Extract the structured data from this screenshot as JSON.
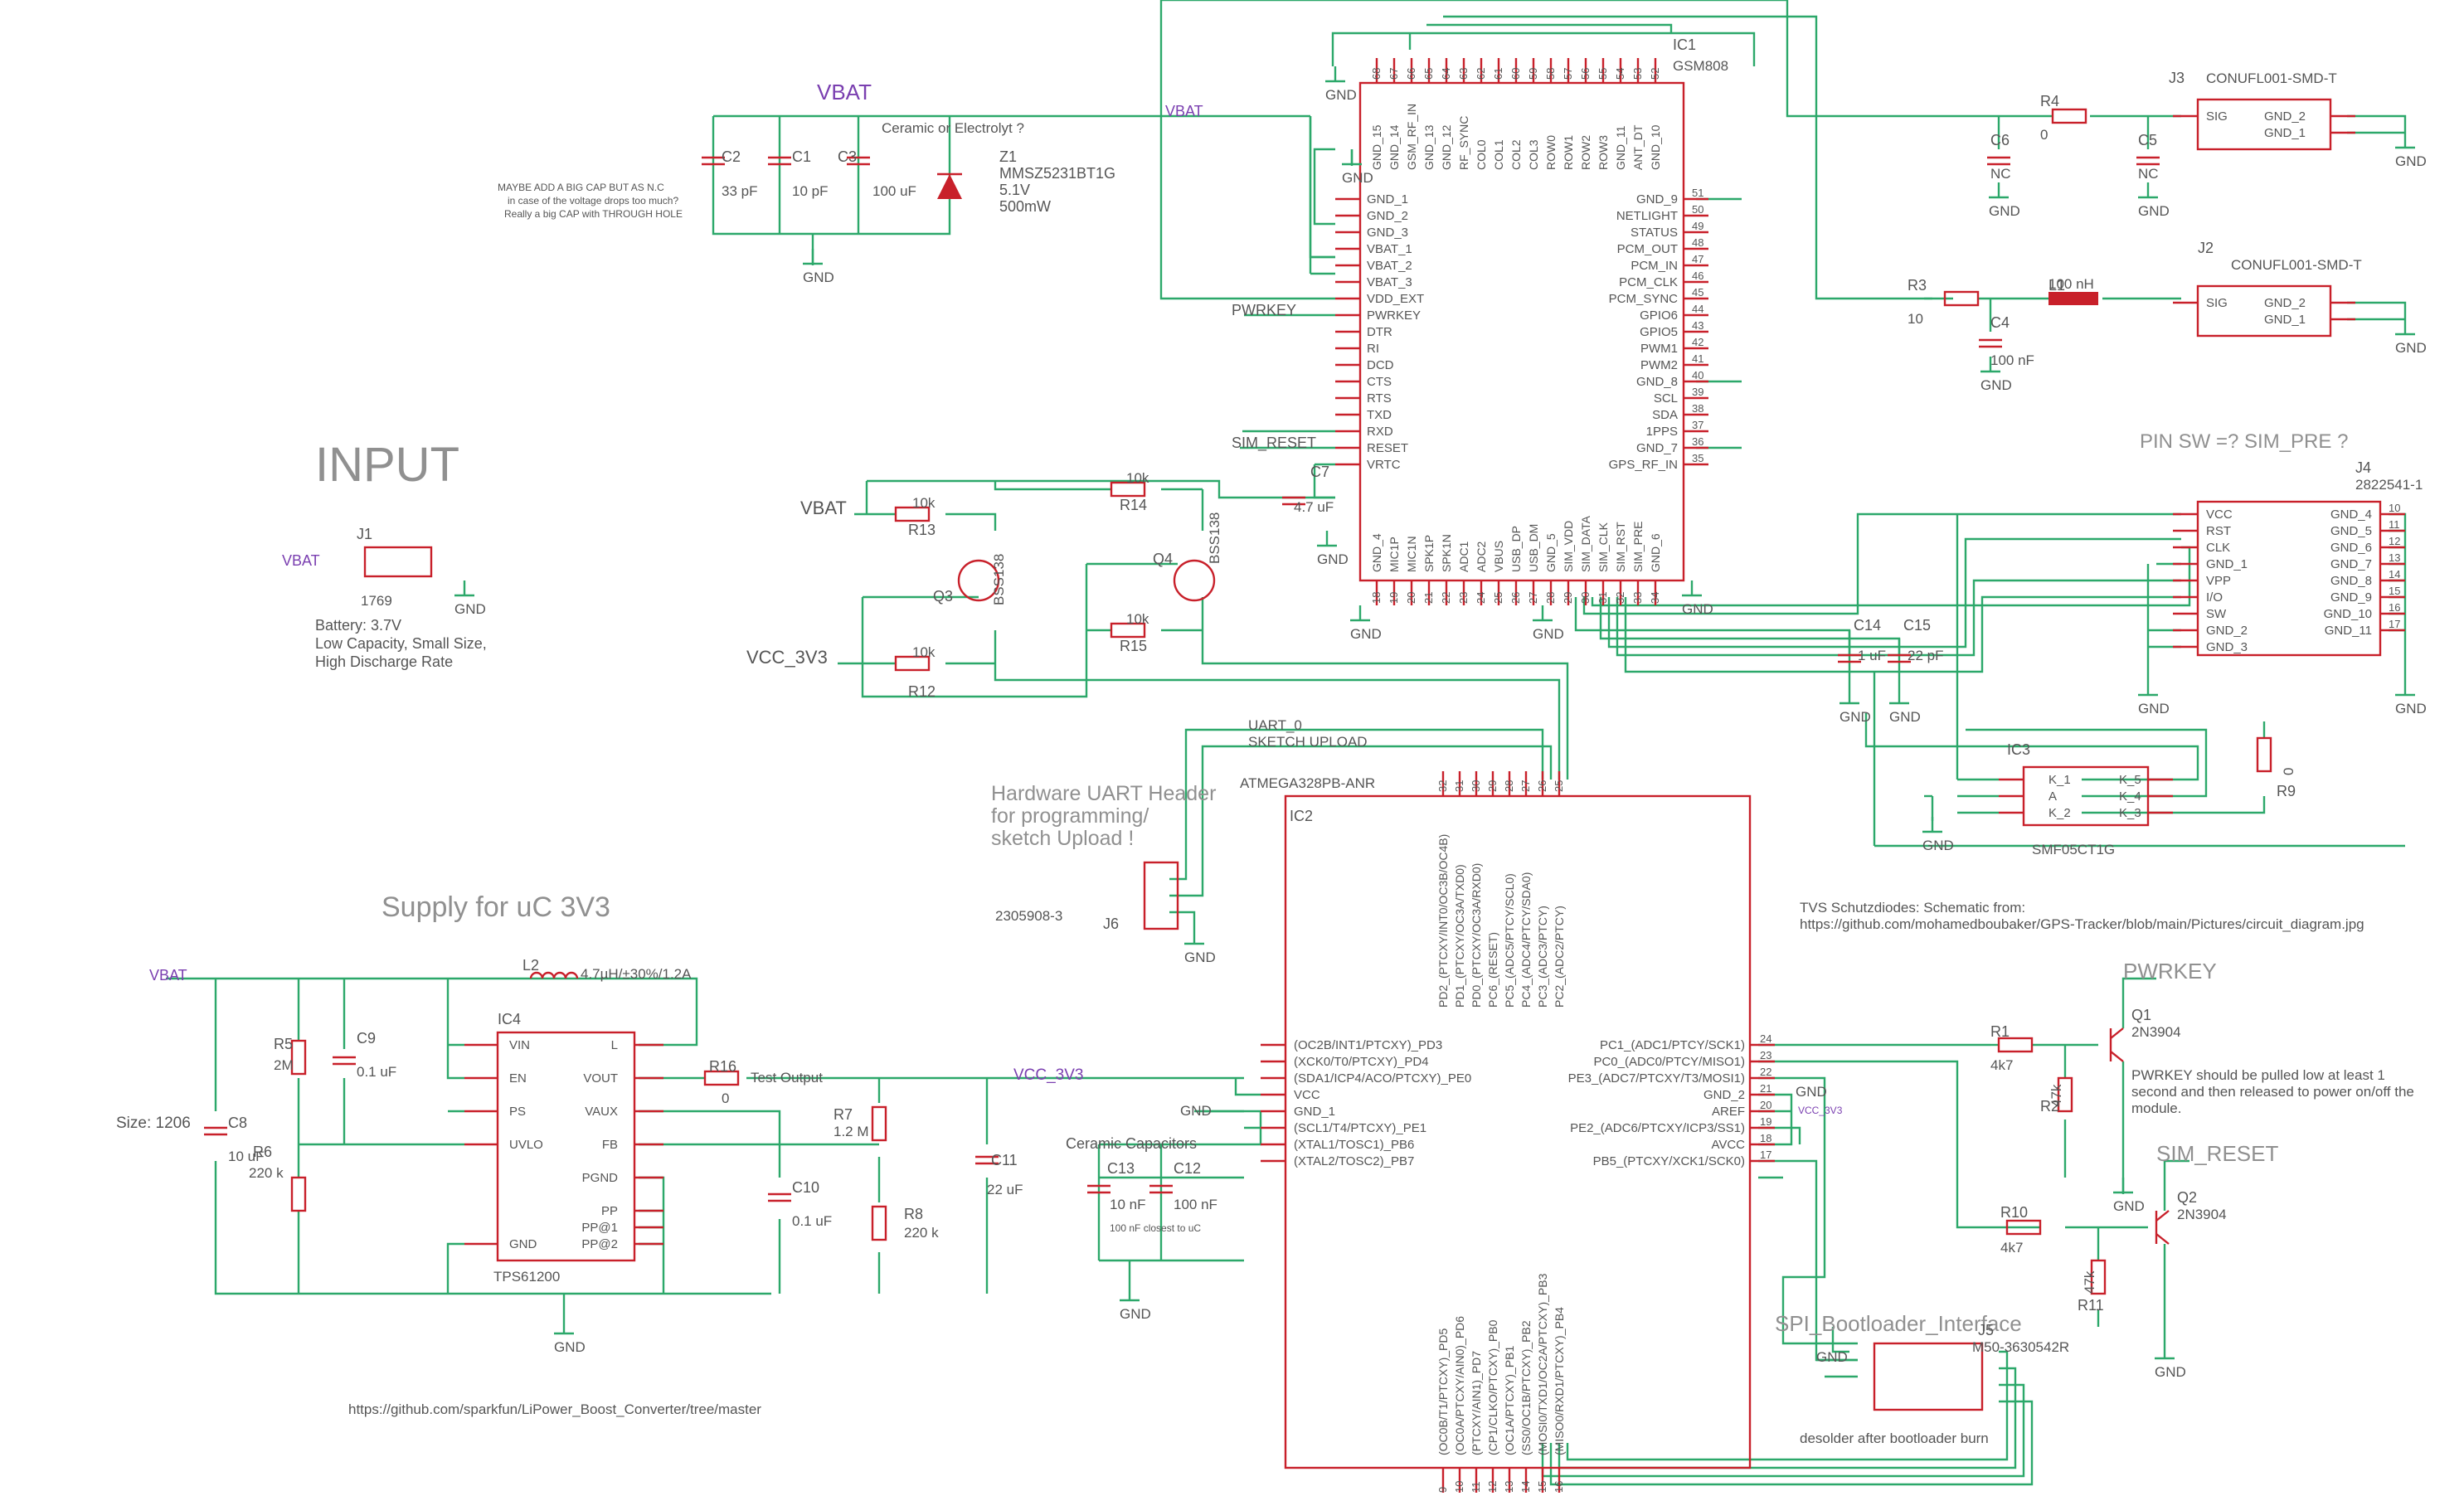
{
  "headings": {
    "input": "INPUT",
    "supply": "Supply for uC 3V3",
    "uart_header": [
      "Hardware UART Header",
      " for programming/",
      "sketch Upload !"
    ],
    "pin_sw": "PIN SW =? SIM_PRE ?",
    "pwrkey_big": "PWRKEY",
    "sim_reset_big": "SIM_RESET",
    "spi": "SPI_Bootloader_Interface"
  },
  "notes": {
    "cap_note": [
      "MAYBE ADD A BIG CAP BUT AS N.C",
      "in case of the voltage drops too much?",
      "Really a big CAP with THROUGH HOLE"
    ],
    "ceramic_q": "Ceramic or Electrolyt ?",
    "battery": [
      "Battery: 3.7V",
      "Low Capacity, Small Size,",
      "High Discharge Rate"
    ],
    "size": "Size: 1206",
    "ceramic_caps": "Ceramic Capacitors",
    "closest": "100 nF closest to uC",
    "test_output": "Test Output",
    "sparkfun": "https://github.com/sparkfun/LiPower_Boost_Converter/tree/master",
    "tvs": [
      "TVS Schutzdiodes: Schematic from:",
      "https://github.com/mohamedboubaker/GPS-Tracker/blob/main/Pictures/circuit_diagram.jpg"
    ],
    "pwrkey_note": [
      "PWRKEY should be pulled low at least 1",
      "second and then released to power on/off the",
      "module."
    ],
    "desolder": "desolder after bootloader burn"
  },
  "nets": {
    "vbat": "VBAT",
    "vcc": "VCC_3V3",
    "gnd": "GND",
    "pwrkey": "PWRKEY",
    "sim_reset": "SIM_RESET",
    "uart0": "UART_0",
    "sketch": "SKETCH UPLOAD"
  },
  "parts": {
    "ic1": {
      "ref": "IC1",
      "value": "GSM808"
    },
    "ic2": {
      "ref": "IC2",
      "value": "ATMEGA328PB-ANR"
    },
    "ic3": {
      "ref": "IC3",
      "value": "SMF05CT1G"
    },
    "ic4": {
      "ref": "IC4",
      "value": "TPS61200"
    },
    "j1": {
      "ref": "J1",
      "value": "1769"
    },
    "j2": {
      "ref": "J2",
      "value": "CONUFL001-SMD-T"
    },
    "j3": {
      "ref": "J3",
      "value": "CONUFL001-SMD-T"
    },
    "j4": {
      "ref": "J4",
      "value": "2822541-1"
    },
    "j5": {
      "ref": "J5",
      "value": "M50-3630542R"
    },
    "j6": {
      "ref": "J6",
      "value": "2305908-3"
    },
    "c1": {
      "ref": "C1",
      "value": "10 pF"
    },
    "c2": {
      "ref": "C2",
      "value": "33 pF"
    },
    "c3": {
      "ref": "C3",
      "value": "100 uF"
    },
    "c4": {
      "ref": "C4",
      "value": "100 nF"
    },
    "c5": {
      "ref": "C5",
      "value": "NC"
    },
    "c6": {
      "ref": "C6",
      "value": "NC"
    },
    "c7": {
      "ref": "C7",
      "value": "4.7 uF"
    },
    "c8": {
      "ref": "C8",
      "value": "10 uF"
    },
    "c9": {
      "ref": "C9",
      "value": "0.1 uF"
    },
    "c10": {
      "ref": "C10",
      "value": "0.1 uF"
    },
    "c11": {
      "ref": "C11",
      "value": "22 uF"
    },
    "c12": {
      "ref": "C12",
      "value": "100 nF"
    },
    "c13": {
      "ref": "C13",
      "value": "10 nF"
    },
    "c14": {
      "ref": "C14",
      "value": "1 uF"
    },
    "c15": {
      "ref": "C15",
      "value": "22 pF"
    },
    "r1": {
      "ref": "R1",
      "value": "4k7"
    },
    "r2": {
      "ref": "R2",
      "value": "47k"
    },
    "r3": {
      "ref": "R3",
      "value": "10"
    },
    "r4": {
      "ref": "R4",
      "value": "0"
    },
    "r5": {
      "ref": "R5",
      "value": "2M"
    },
    "r6": {
      "ref": "R6",
      "value": "220 k"
    },
    "r7": {
      "ref": "R7",
      "value": "1.2 M"
    },
    "r8": {
      "ref": "R8",
      "value": "220 k"
    },
    "r9": {
      "ref": "R9",
      "value": "0"
    },
    "r10": {
      "ref": "R10",
      "value": "4k7"
    },
    "r11": {
      "ref": "R11",
      "value": "47k"
    },
    "r12": {
      "ref": "R12",
      "value": "10k"
    },
    "r13": {
      "ref": "R13",
      "value": "10k"
    },
    "r14": {
      "ref": "R14",
      "value": "10k"
    },
    "r15": {
      "ref": "R15",
      "value": "10k"
    },
    "r16": {
      "ref": "R16",
      "value": "0"
    },
    "l1": {
      "ref": "L1",
      "value": "100 nH"
    },
    "l2": {
      "ref": "L2",
      "value": "4.7µH/±30%/1.2A"
    },
    "q1": {
      "ref": "Q1",
      "value": "2N3904"
    },
    "q2": {
      "ref": "Q2",
      "value": "2N3904"
    },
    "q3": {
      "ref": "Q3",
      "value": "BSS138"
    },
    "q4": {
      "ref": "Q4",
      "value": "BSS138"
    },
    "z1": {
      "ref": "Z1",
      "lines": [
        "MMSZ5231BT1G",
        "5.1V",
        "500mW"
      ]
    }
  },
  "ic1_left": [
    "GND_1",
    "GND_2",
    "GND_3",
    "VBAT_1",
    "VBAT_2",
    "VBAT_3",
    "VDD_EXT",
    "PWRKEY",
    "DTR",
    "RI",
    "DCD",
    "CTS",
    "RTS",
    "TXD",
    "RXD",
    "RESET",
    "VRTC"
  ],
  "ic1_right": [
    "GND_9",
    "NETLIGHT",
    "STATUS",
    "PCM_OUT",
    "PCM_IN",
    "PCM_CLK",
    "PCM_SYNC",
    "GPIO6",
    "GPIO5",
    "PWM1",
    "PWM2",
    "GND_8",
    "SCL",
    "SDA",
    "1PPS",
    "GND_7",
    "GPS_RF_IN"
  ],
  "ic1_right_nums": [
    "51",
    "50",
    "49",
    "48",
    "47",
    "46",
    "45",
    "44",
    "43",
    "42",
    "41",
    "40",
    "39",
    "38",
    "37",
    "36",
    "35"
  ],
  "ic1_top": [
    "GND_15",
    "GND_14",
    "GSM_RF_IN",
    "GND_13",
    "GND_12",
    "RF_SYNC",
    "COL0",
    "COL1",
    "COL2",
    "COL3",
    "ROW0",
    "ROW1",
    "ROW2",
    "ROW3",
    "GND_11",
    "ANT_DT",
    "GND_10"
  ],
  "ic1_top_nums": [
    "68",
    "67",
    "66",
    "65",
    "64",
    "63",
    "62",
    "61",
    "60",
    "59",
    "58",
    "57",
    "56",
    "55",
    "54",
    "53",
    "52"
  ],
  "ic1_bottom": [
    "GND_4",
    "MIC1P",
    "MIC1N",
    "SPK1P",
    "SPK1N",
    "ADC1",
    "ADC2",
    "VBUS",
    "USB_DP",
    "USB_DM",
    "GND_5",
    "SIM_VDD",
    "SIM_DATA",
    "SIM_CLK",
    "SIM_RST",
    "SIM_PRE",
    "GND_6"
  ],
  "ic1_bottom_nums": [
    "18",
    "19",
    "20",
    "21",
    "22",
    "23",
    "24",
    "25",
    "26",
    "27",
    "28",
    "29",
    "30",
    "31",
    "32",
    "33",
    "34"
  ],
  "ic2_left": [
    "(OC2B/INT1/PTCXY)_PD3",
    "(XCK0/T0/PTCXY)_PD4",
    "(SDA1/ICP4/ACO/PTCXY)_PE0",
    "VCC",
    "GND_1",
    "(SCL1/T4/PTCXY)_PE1",
    "(XTAL1/TOSC1)_PB6",
    "(XTAL2/TOSC2)_PB7"
  ],
  "ic2_right": [
    "PC1_(ADC1/PTCY/SCK1)",
    "PC0_(ADC0/PTCY/MISO1)",
    "PE3_(ADC7/PTCXY/T3/MOSI1)",
    "GND_2",
    "AREF",
    "PE2_(ADC6/PTCXY/ICP3/SS1)",
    "AVCC",
    "PB5_(PTCXY/XCK1/SCK0)"
  ],
  "ic2_right_nums": [
    "24",
    "23",
    "22",
    "21",
    "20",
    "19",
    "18",
    "17"
  ],
  "ic2_top": [
    "PD2_(PTCXY/INT0/OC3B/OC4B)",
    "PD1_(PTCXY/OC3A/TXD0)",
    "PD0_(PTCXY/OC3A/RXD0)",
    "PC6_(RESET)",
    "PC5_(ADC5/PTCY/SCL0)",
    "PC4_(ADC4/PTCY/SDA0)",
    "PC3_(ADC3/PTCY)",
    "PC2_(ADC2/PTCY)"
  ],
  "ic2_top_nums": [
    "32",
    "31",
    "30",
    "29",
    "28",
    "27",
    "26",
    "25"
  ],
  "ic2_bottom": [
    "(OC0B/T1/PTCXY)_PD5",
    "(OC0A/PTCXY/AIN0)_PD6",
    "(PTCXY/AIN1)_PD7",
    "(CP1/CLKO/PTCXY)_PB0",
    "(OC1A/PTCXY)_PB1",
    "(SS0/OC1B/PTCXY)_PB2",
    "(MOSI0/TXD1/OC2A/PTCXY)_PB3",
    "(MISO0/RXD1/PTCXY)_PB4"
  ],
  "ic2_bottom_nums": [
    "9",
    "10",
    "11",
    "12",
    "13",
    "14",
    "15",
    "16"
  ],
  "ic4_left": [
    "VIN",
    "EN",
    "PS",
    "UVLO",
    "GND"
  ],
  "ic4_right": [
    "L",
    "VOUT",
    "VAUX",
    "FB",
    "PGND",
    "PP",
    "PP@1",
    "PP@2"
  ],
  "j4_left": [
    "VCC",
    "RST",
    "CLK",
    "GND_1",
    "VPP",
    "I/O",
    "SW",
    "GND_2",
    "GND_3"
  ],
  "j4_right": [
    "GND_4",
    "GND_5",
    "GND_6",
    "GND_7",
    "GND_8",
    "GND_9",
    "GND_10",
    "GND_11"
  ],
  "j4_right_nums": [
    "10",
    "11",
    "12",
    "13",
    "14",
    "15",
    "16",
    "17"
  ],
  "ic3_left": [
    "K_1",
    "A",
    "K_2"
  ],
  "ic3_right": [
    "K_5",
    "K_4",
    "K_3"
  ],
  "jcon": [
    "SIG",
    "GND_2",
    "GND_1"
  ]
}
